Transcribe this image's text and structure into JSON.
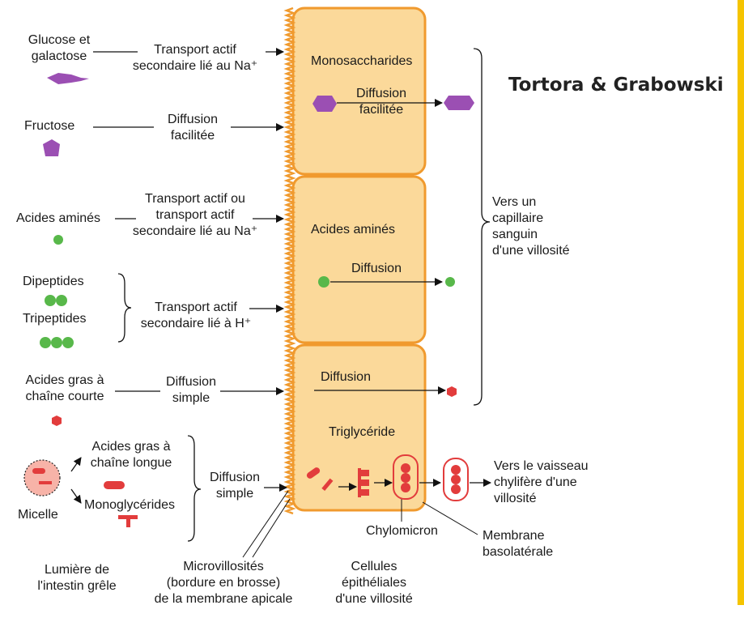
{
  "credit": "Tortora & Grabowski",
  "colors": {
    "cell_fill": "#fbd99a",
    "cell_border": "#f09a2e",
    "monosaccharide": "#9b4fb3",
    "amino_acid": "#58b84a",
    "fatty_acid": "#e23c3c",
    "edge_bar": "#f5c400"
  },
  "lumen": {
    "glucose": {
      "line1": "Glucose et",
      "line2": "galactose"
    },
    "glucose_transport": {
      "line1": "Transport actif",
      "line2": "secondaire lié au Na⁺"
    },
    "fructose": "Fructose",
    "fructose_transport": {
      "line1": "Diffusion",
      "line2": "facilitée"
    },
    "amino": "Acides aminés",
    "amino_transport": {
      "line1": "Transport actif ou",
      "line2": "transport actif",
      "line3": "secondaire lié au Na⁺"
    },
    "dipeptides": "Dipeptides",
    "tripeptides": "Tripeptides",
    "peptide_transport": {
      "line1": "Transport actif",
      "line2": "secondaire lié à H⁺"
    },
    "short_fatty": {
      "line1": "Acides gras à",
      "line2": "chaîne courte"
    },
    "short_transport": {
      "line1": "Diffusion",
      "line2": "simple"
    },
    "long_fatty": {
      "line1": "Acides gras à",
      "line2": "chaîne longue"
    },
    "micelle": "Micelle",
    "monoglycerides": "Monoglycérides",
    "lipid_transport": {
      "line1": "Diffusion",
      "line2": "simple"
    }
  },
  "cell": {
    "monosaccharides": "Monosaccharides",
    "mono_diffusion": {
      "line1": "Diffusion",
      "line2": "facilitée"
    },
    "amino": "Acides aminés",
    "amino_diffusion": "Diffusion",
    "fatty_diffusion": "Diffusion",
    "triglyceride": "Triglycéride",
    "chylomicron": "Chylomicron"
  },
  "right": {
    "capillary": {
      "line1": "Vers un",
      "line2": "capillaire",
      "line3": "sanguin",
      "line4": "d'une villosité"
    },
    "lacteal": {
      "line1": "Vers le vaisseau",
      "line2": "chylifère d'une",
      "line3": "villosité"
    },
    "membrane": {
      "line1": "Membrane",
      "line2": "basolatérale"
    }
  },
  "bottom": {
    "lumen": {
      "line1": "Lumière de",
      "line2": "l'intestin grêle"
    },
    "microvilli": {
      "line1": "Microvillosités",
      "line2": "(bordure en brosse)",
      "line3": "de la membrane apicale"
    },
    "cells": {
      "line1": "Cellules",
      "line2": "épithéliales",
      "line3": "d'une villosité"
    }
  }
}
